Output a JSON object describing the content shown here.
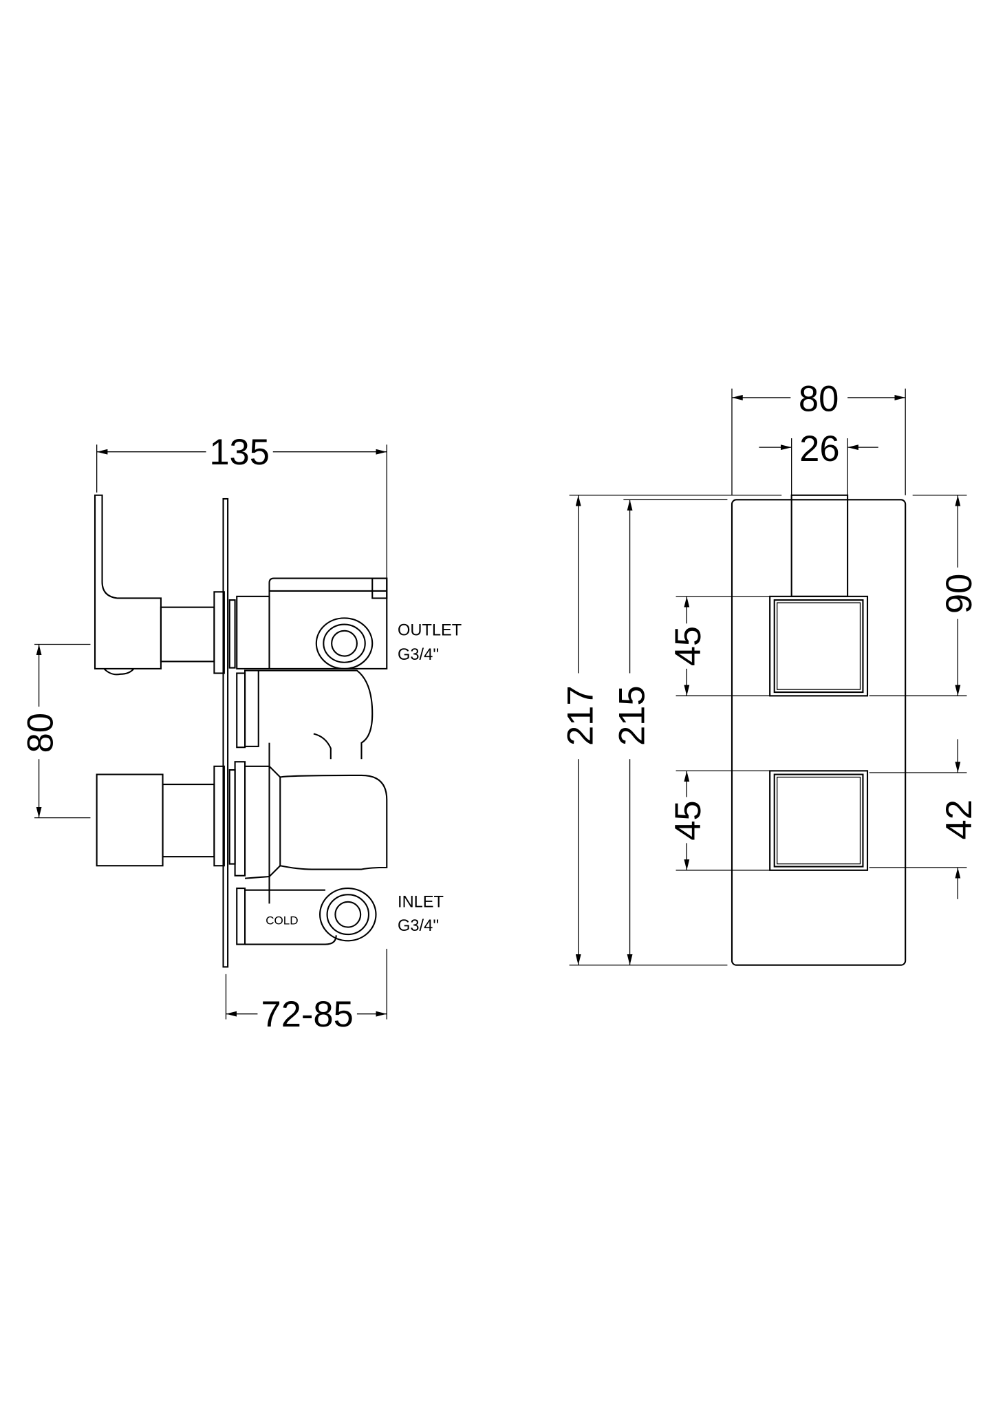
{
  "side_view": {
    "overall_depth": "135",
    "handle_spacing": "80",
    "wall_depth_range": "72-85",
    "outlet_label": "OUTLET",
    "outlet_thread": "G3/4''",
    "inlet_label": "INLET",
    "inlet_thread": "G3/4''",
    "cold_label": "COLD"
  },
  "front_view": {
    "plate_width": "80",
    "lever_width": "26",
    "overall_height": "217",
    "plate_height": "215",
    "upper_control_height": "45",
    "lower_control_height": "45",
    "top_to_upper_control": "90",
    "lower_control_size": "42"
  }
}
